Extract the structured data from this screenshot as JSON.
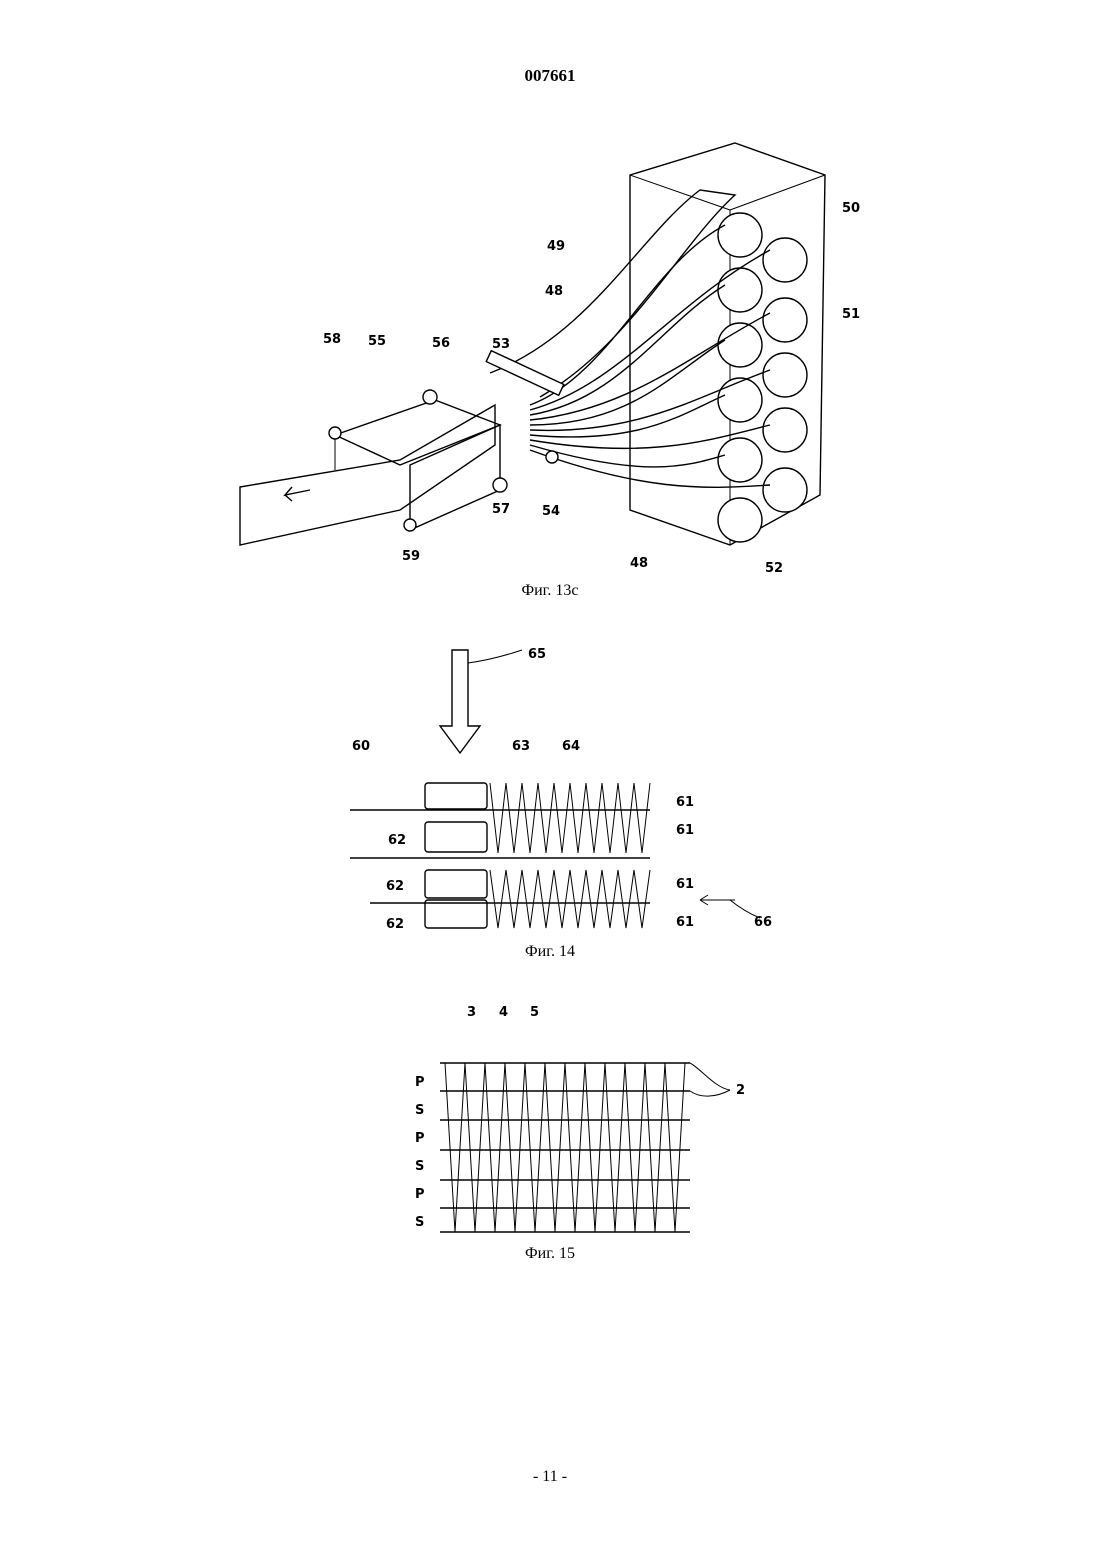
{
  "header": {
    "doc_number": "007661"
  },
  "figures": [
    {
      "caption": "Фиг. 13с",
      "labels": [
        "50",
        "49",
        "48",
        "51",
        "53",
        "58",
        "55",
        "56",
        "57",
        "54",
        "59",
        "48",
        "52"
      ]
    },
    {
      "caption": "Фиг. 14",
      "labels": [
        "65",
        "60",
        "63",
        "64",
        "61",
        "62",
        "61",
        "62",
        "61",
        "62",
        "61",
        "66"
      ]
    },
    {
      "caption": "Фиг. 15",
      "labels": [
        "3",
        "4",
        "5",
        "2"
      ],
      "row_labels": [
        "P",
        "S",
        "P",
        "S",
        "P",
        "S"
      ]
    }
  ],
  "footer": {
    "page_label": "- 11 -"
  }
}
